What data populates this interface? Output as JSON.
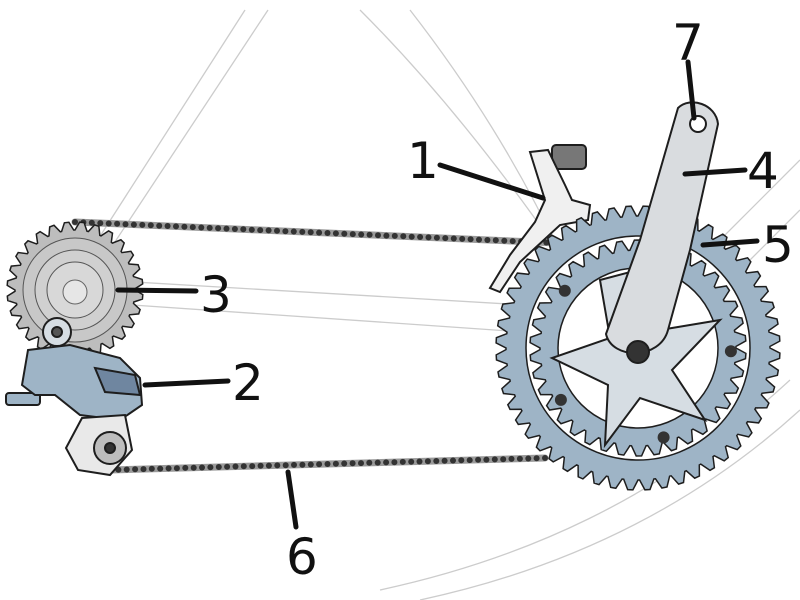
{
  "diagram": {
    "callouts": [
      {
        "id": "1",
        "label": "1"
      },
      {
        "id": "2",
        "label": "2"
      },
      {
        "id": "3",
        "label": "3"
      },
      {
        "id": "4",
        "label": "4"
      },
      {
        "id": "5",
        "label": "5"
      },
      {
        "id": "6",
        "label": "6"
      },
      {
        "id": "7",
        "label": "7"
      }
    ]
  },
  "colors": {
    "metal_blue": "#9eb4c6",
    "metal_light": "#d6dde3",
    "steel_grey": "#bdbdbd",
    "chain_dark": "#333333",
    "outline": "#1e1e1e",
    "frame_line": "#cccccc"
  }
}
